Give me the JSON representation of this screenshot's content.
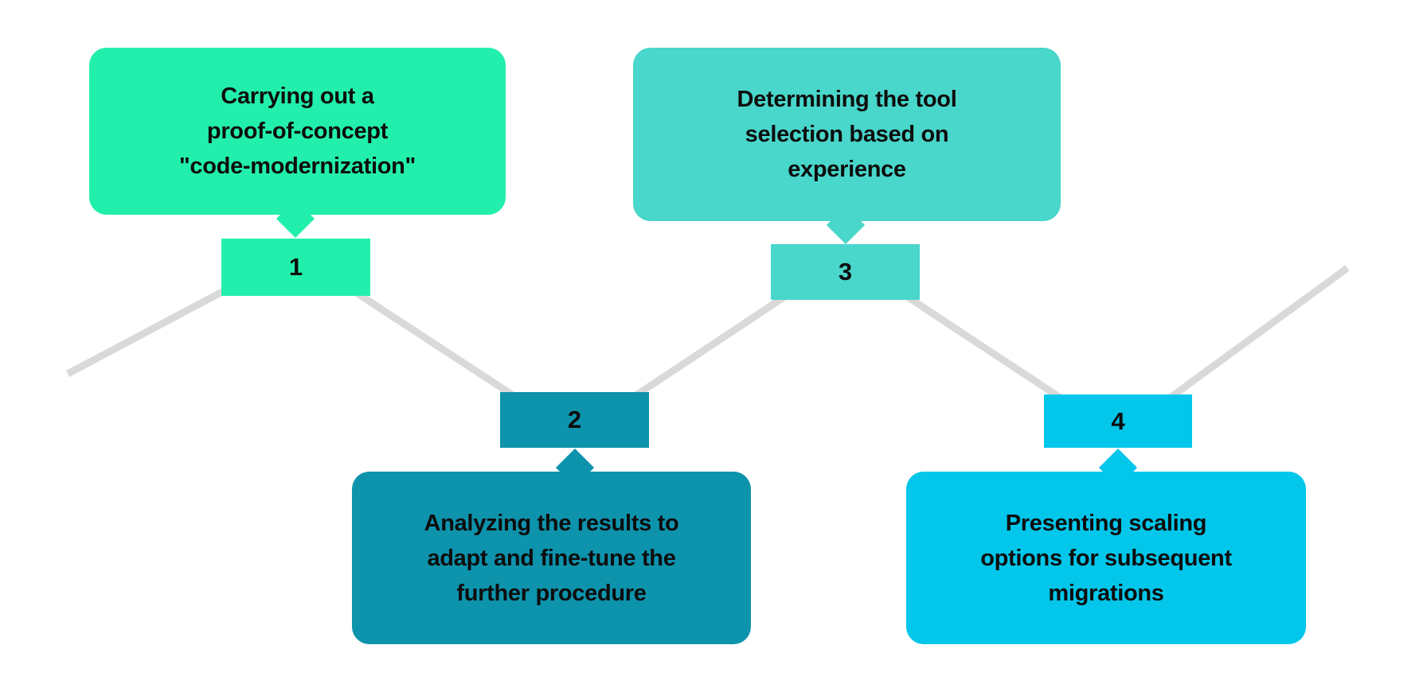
{
  "colors": {
    "step1": "#23EFAD",
    "step2": "#0E93AC",
    "step3": "#49D6CB",
    "step4": "#02C6EA",
    "connector": "#D9D9D9",
    "text": "#0D0D0D"
  },
  "steps": [
    {
      "number": "1",
      "lines": [
        "Carrying out a",
        "proof-of-concept",
        "\"code-modernization\""
      ]
    },
    {
      "number": "2",
      "lines": [
        "Analyzing the results to",
        "adapt and fine-tune the",
        "further procedure"
      ]
    },
    {
      "number": "3",
      "lines": [
        "Determining the tool",
        "selection based on",
        "experience"
      ]
    },
    {
      "number": "4",
      "lines": [
        "Presenting scaling",
        "options for subsequent",
        "migrations"
      ]
    }
  ]
}
